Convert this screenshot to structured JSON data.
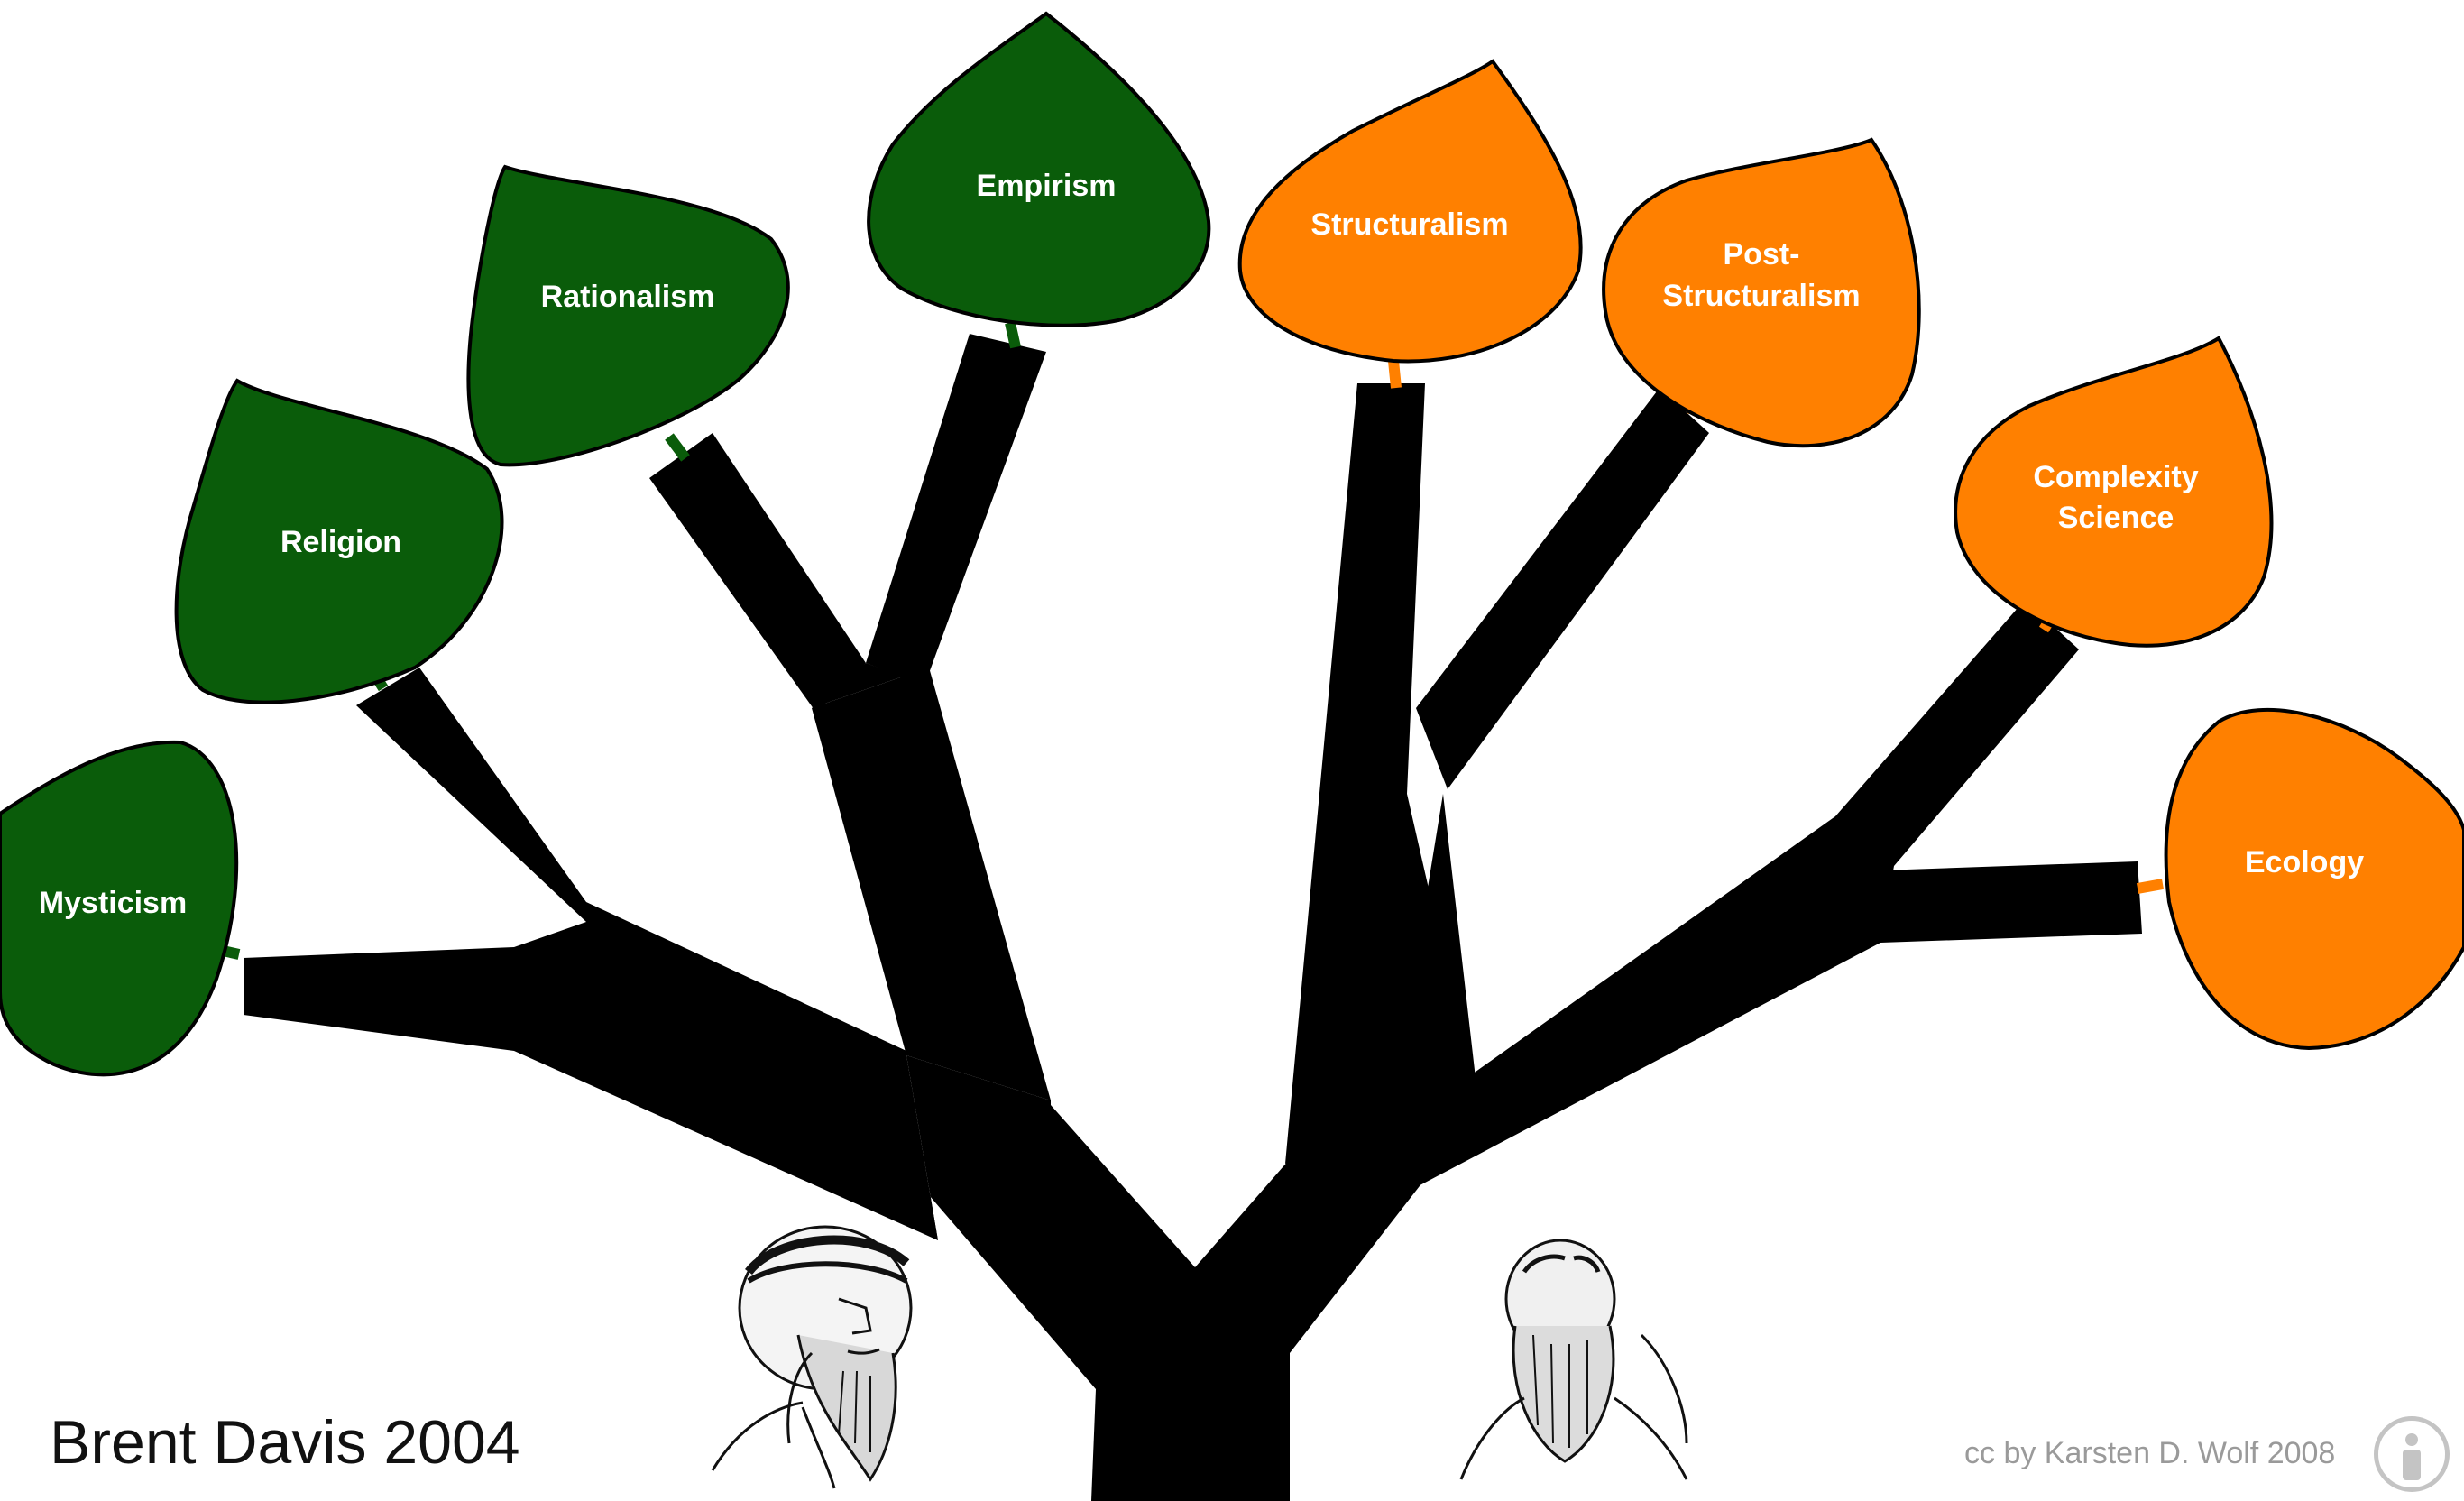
{
  "leaves": {
    "mysticism": "Mysticism",
    "religion": "Religion",
    "rationalism": "Rationalism",
    "empirism": "Empirism",
    "structuralism": "Structuralism",
    "post_structuralism_1": "Post-",
    "post_structuralism_2": "Structuralism",
    "complexity_1": "Complexity",
    "complexity_2": "Science",
    "ecology": "Ecology"
  },
  "colors": {
    "left_leaf": "#0a5c0a",
    "right_leaf": "#ff8000",
    "trunk": "#000000"
  },
  "portraits": [
    "plato-bust",
    "darwin-portrait"
  ],
  "credit": "Brent Davis 2004",
  "license": "cc by Karsten D. Wolf 2008",
  "license_icon": "person-icon"
}
